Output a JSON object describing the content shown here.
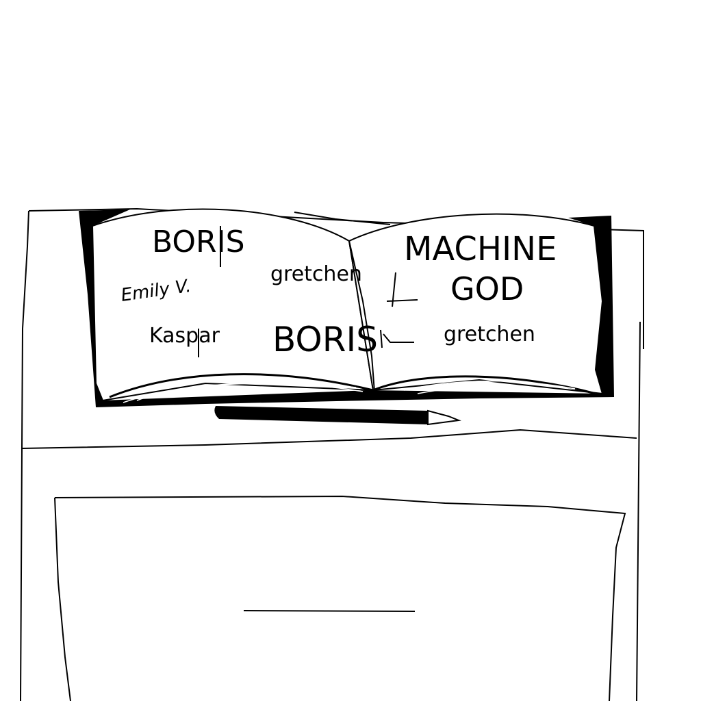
{
  "page": {
    "left": {
      "title": "BORIS",
      "signature": "Emily V.",
      "name1": "gretchen",
      "name2": "Kaspar",
      "name3": "BORIS"
    },
    "right": {
      "line1": "MACHINE",
      "line2": "GOD",
      "name": "gretchen"
    }
  },
  "colors": {
    "ink": "#000000",
    "paper": "#ffffff"
  }
}
